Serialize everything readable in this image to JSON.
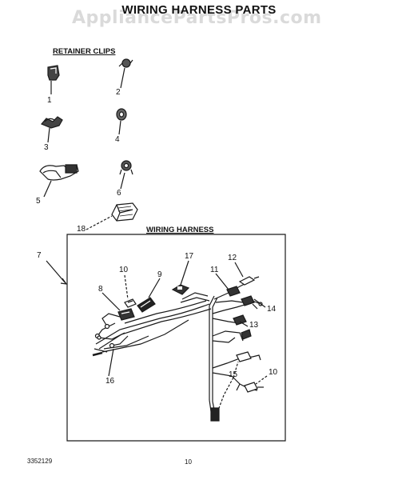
{
  "header": {
    "title": "WIRING HARNESS PARTS",
    "subtitle": "",
    "watermark": "AppliancePartsPros.com"
  },
  "sections": {
    "retainer_clips": "RETAINER CLIPS",
    "wiring_harness": "WIRING HARNESS"
  },
  "callouts": {
    "c1": "1",
    "c2": "2",
    "c3": "3",
    "c4": "4",
    "c5": "5",
    "c6": "6",
    "c7": "7",
    "c8": "8",
    "c9": "9",
    "c10a": "10",
    "c10b": "10",
    "c11": "11",
    "c12": "12",
    "c13": "13",
    "c14": "14",
    "c15": "15",
    "c16": "16",
    "c17": "17",
    "c18": "18"
  },
  "footer": {
    "doc_number": "3352129",
    "page_number": "10"
  }
}
